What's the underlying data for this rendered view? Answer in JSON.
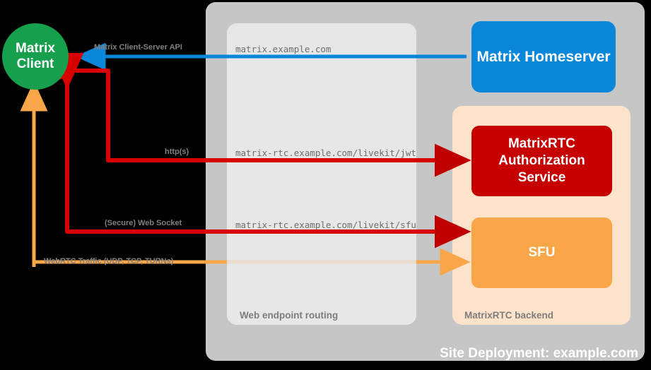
{
  "diagram": {
    "title": "Site Deployment: example.com",
    "colors": {
      "background": "#000000",
      "site_panel": "#c6c6c6",
      "routing_panel": "#e6e6e6",
      "backend_panel": "#fde3c9",
      "client": "#16a04e",
      "homeserver": "#0b87da",
      "auth_service": "#c60000",
      "sfu": "#f9a648",
      "arrow_blue": "#0b87da",
      "arrow_red": "#d90000",
      "arrow_orange": "#f9a648",
      "label_gray": "#808080"
    },
    "nodes": {
      "client": "Matrix\nClient",
      "client_line1": "Matrix",
      "client_line2": "Client",
      "homeserver": "Matrix Homeserver",
      "auth_service_line1": "MatrixRTC",
      "auth_service_line2": "Authorization",
      "auth_service_line3": "Service",
      "sfu": "SFU"
    },
    "containers": {
      "routing": "Web endpoint routing",
      "backend": "MatrixRTC backend"
    },
    "edges": [
      {
        "protocol": "Matrix Client-Server API",
        "endpoint": "matrix.example.com",
        "color": "#0b87da"
      },
      {
        "protocol": "http(s)",
        "endpoint": "matrix-rtc.example.com/livekit/jwt",
        "color": "#d90000"
      },
      {
        "protocol": "(Secure) Web Socket",
        "endpoint": "matrix-rtc.example.com/livekit/sfu",
        "color": "#d90000"
      },
      {
        "protocol": "WebRTC Traffic (UDP, TCP, TURNs)",
        "endpoint": "",
        "color": "#f9a648"
      }
    ]
  }
}
